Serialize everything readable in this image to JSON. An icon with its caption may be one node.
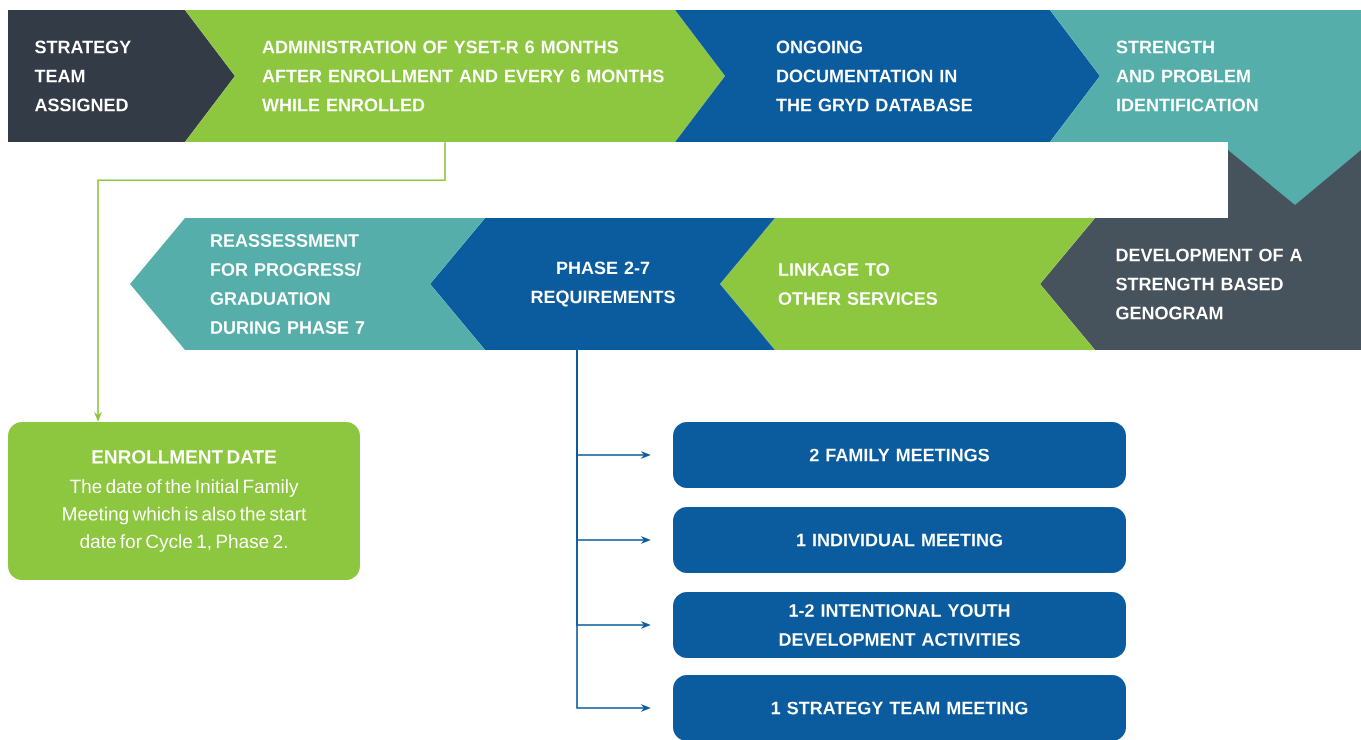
{
  "diagram": {
    "nodes": [
      {
        "text": [
          "STRATEGY TEAM ASSIGNED"
        ]
      },
      {
        "text": [
          "ADMINISTRATION OF YSET-R 6 MONTHS AFTER ENROLLMENT AND EVERY 6 MONTHS WHILE ENROLLED"
        ]
      },
      {
        "text": [
          "ONGOING DOCUMENTATION IN THE GRYD DATABASE"
        ]
      },
      {
        "text": [
          "STRENGTH AND PROBLEM IDENTIFICATION"
        ]
      },
      {
        "text": [
          "DEVELOPMENT OF A STRENGTH BASED GENOGRAM"
        ]
      },
      {
        "text": [
          "LINKAGE TO OTHER SERVICES"
        ]
      },
      {
        "text": [
          "PHASE 2-7 REQUIREMENTS"
        ]
      },
      {
        "text": [
          "REASSESSMENT FOR PROGRESS/ GRADUATION DURING PHASE 7"
        ]
      },
      {
        "text": [
          "ENROLLMENT DATE",
          "The date of the Initial Family Meeting which is also the start date for Cycle 1, Phase 2."
        ]
      },
      {
        "text": [
          "2 FAMILY MEETINGS"
        ]
      },
      {
        "text": [
          "1 INDIVIDUAL MEETING"
        ]
      },
      {
        "text": [
          "1-2 INTENTIONAL YOUTH DEVELOPMENT ACTIVITIES"
        ]
      },
      {
        "text": [
          "1 STRATEGY TEAM MEETING"
        ]
      }
    ],
    "edges": [
      {
        "from": 1,
        "to": 8,
        "arrow": "to",
        "color": "#8dc63f"
      },
      {
        "from": 6,
        "to": 9,
        "arrow": "to"
      },
      {
        "from": 6,
        "to": 10,
        "arrow": "to"
      },
      {
        "from": 6,
        "to": 11,
        "arrow": "to"
      },
      {
        "from": 6,
        "to": 12,
        "arrow": "to"
      }
    ]
  }
}
